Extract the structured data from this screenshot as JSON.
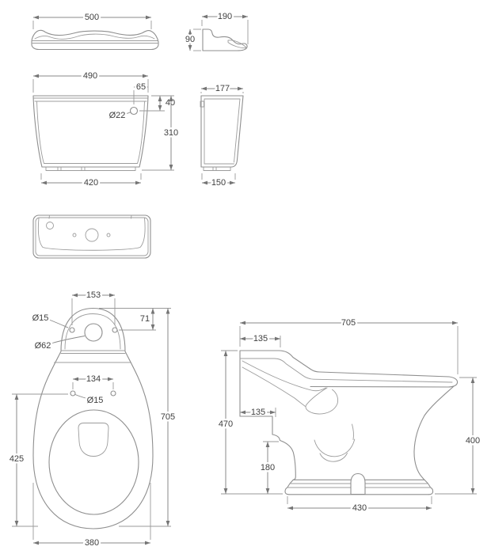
{
  "drawing": {
    "colors": {
      "line": "#8f8f8f",
      "dimension": "#8a8a8a",
      "text": "#3f3f3f",
      "background": "#ffffff"
    },
    "labels": {
      "lid_width": "500",
      "lid_depth": "190",
      "lid_height": "90",
      "cistern_width": "490",
      "cistern_hole_offset": "65",
      "cistern_hole_drop": "40",
      "cistern_hole_dia": "Ø22",
      "cistern_height": "310",
      "cistern_base_width": "420",
      "cistern_depth": "177",
      "cistern_base_depth": "150",
      "pan_fix_span": "153",
      "pan_fix_inset": "71",
      "pan_fix_dia": "Ø15",
      "pan_flush_dia": "Ø62",
      "pan_seat_span": "134",
      "pan_seat_dia": "Ø15",
      "pan_length_plan": "705",
      "pan_bowl_length": "425",
      "pan_width": "380",
      "pan_length_side": "705",
      "pan_shelf_inset": "135",
      "pan_back_inset": "135",
      "pan_back_height": "470",
      "pan_outlet_height": "180",
      "pan_rim_height": "400",
      "pan_base_depth": "430"
    }
  }
}
